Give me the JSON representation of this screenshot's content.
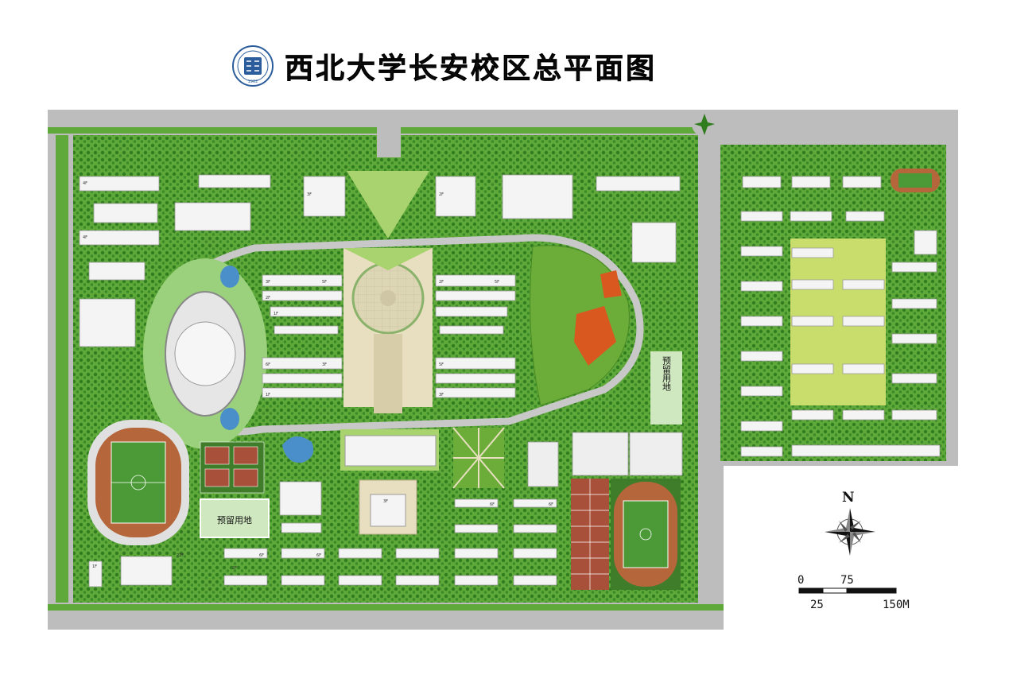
{
  "title": "西北大学长安校区总平面图",
  "emblem": {
    "icon": "university-emblem-icon",
    "year": "1902"
  },
  "reserved_labels": [
    "预留用地",
    "预留用地"
  ],
  "floor_labels": [
    "3F",
    "5F",
    "2F",
    "1F",
    "6F",
    "3F",
    "1F",
    "2F",
    "5F",
    "5F",
    "3F",
    "6F",
    "6F",
    "4F",
    "4F",
    "3F",
    "2F",
    "6F",
    "6F",
    "2F",
    "22F",
    "1F",
    "3F"
  ],
  "compass": {
    "north_label": "N",
    "icon": "compass-rose-icon"
  },
  "scale": {
    "ticks_top": [
      "0",
      "75"
    ],
    "ticks_bottom": [
      "25",
      "150M"
    ]
  },
  "colors": {
    "road": "#bdbdbd",
    "grass": "#5fa83a",
    "green_dark": "#2f7d1f",
    "building": "#f4f4f4",
    "track": "#b5663a",
    "field": "#4b9a37",
    "plaza": "#e8dfc0",
    "water": "#4a8fc9",
    "reserved": "#cfe8c0",
    "flower": "#d9581f"
  }
}
